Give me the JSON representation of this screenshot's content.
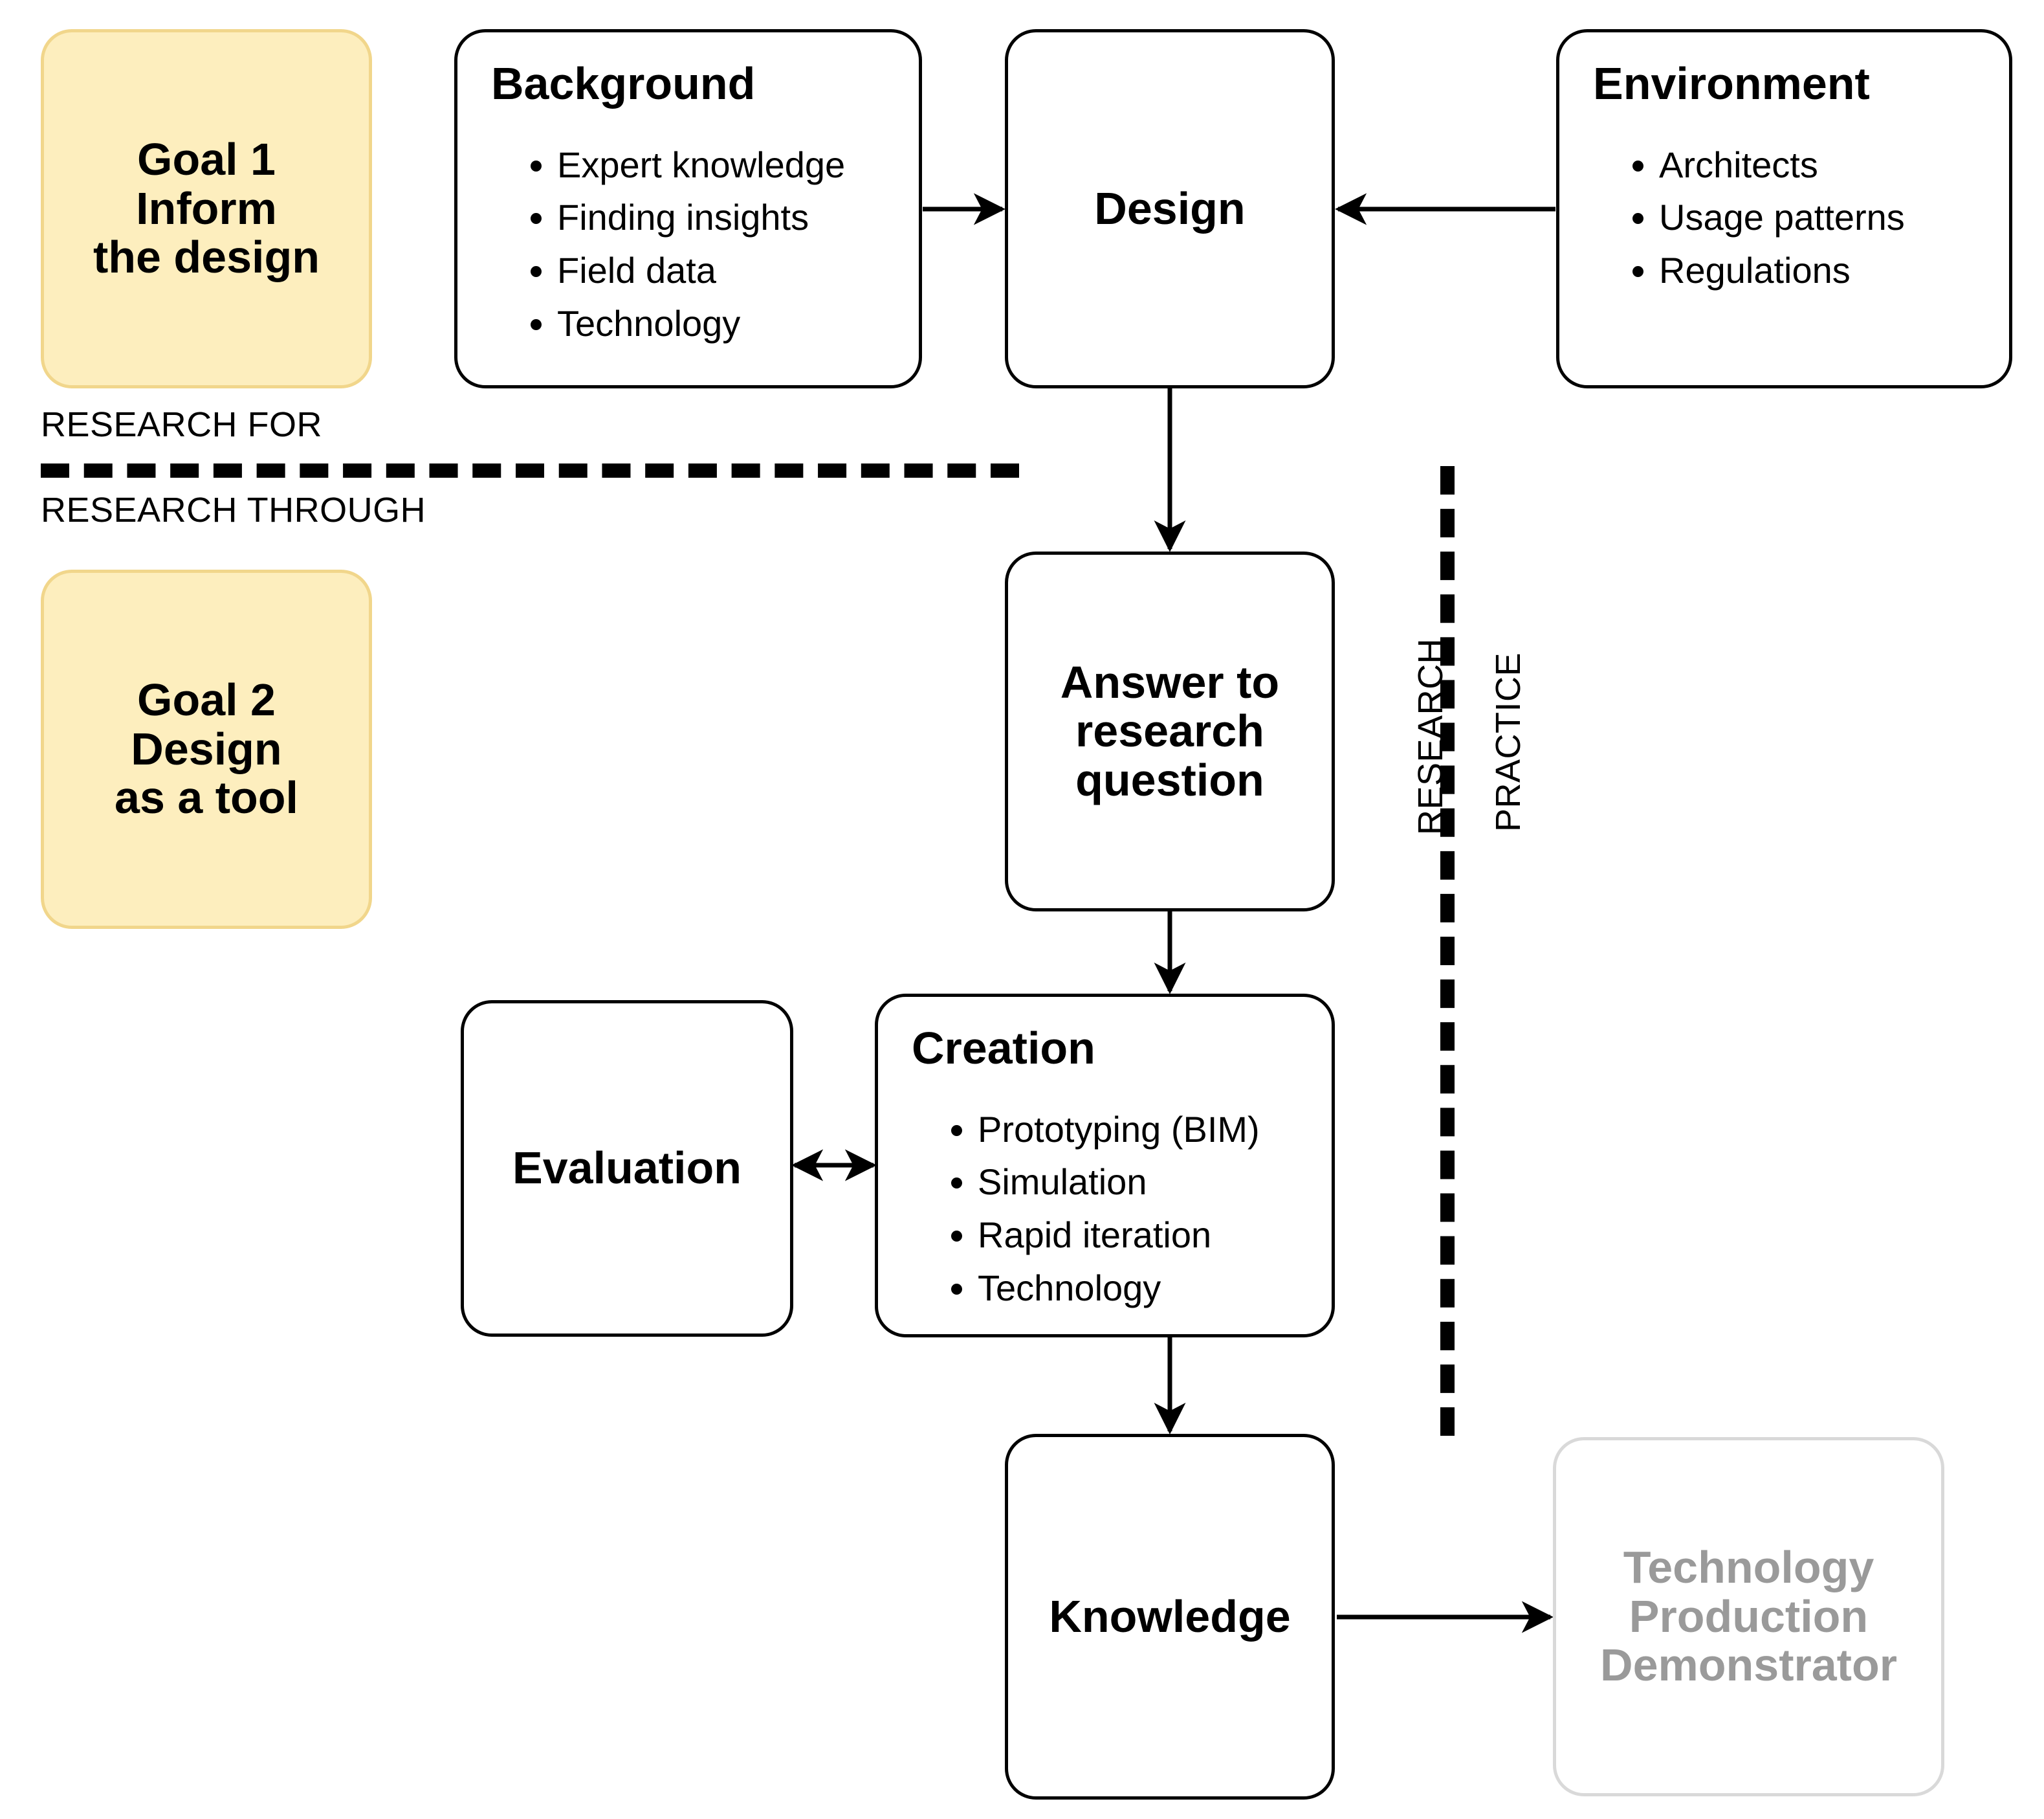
{
  "diagram": {
    "title": "Research for / Research through design framework",
    "colors": {
      "goal_fill": "#fdeebe",
      "goal_border": "#f1d68b",
      "box_border": "#000000",
      "ghost_border": "#d9d9d9",
      "ghost_text": "#9a9a9a",
      "line": "#000000"
    }
  },
  "goal1": {
    "line1": "Goal 1",
    "line2": "Inform",
    "line3": "the design"
  },
  "goal2": {
    "line1": "Goal 2",
    "line2": "Design",
    "line3": "as a tool"
  },
  "background": {
    "title": "Background",
    "bullets": [
      "Expert knowledge",
      "Finding insights",
      "Field data",
      "Technology"
    ]
  },
  "design": {
    "title": "Design"
  },
  "environment": {
    "title": "Environment",
    "bullets": [
      "Architects",
      "Usage patterns",
      "Regulations"
    ]
  },
  "answer": {
    "line1": "Answer to",
    "line2": "research",
    "line3": "question"
  },
  "creation": {
    "title": "Creation",
    "bullets": [
      "Prototyping (BIM)",
      "Simulation",
      "Rapid iteration",
      "Technology"
    ]
  },
  "evaluation": {
    "title": "Evaluation"
  },
  "knowledge": {
    "title": "Knowledge"
  },
  "demonstrator": {
    "line1": "Technology",
    "line2": "Production",
    "line3": "Demonstrator"
  },
  "dividers": {
    "research_for": "RESEARCH FOR",
    "research_through": "RESEARCH THROUGH",
    "research": "RESEARCH",
    "practice": "PRACTICE"
  }
}
